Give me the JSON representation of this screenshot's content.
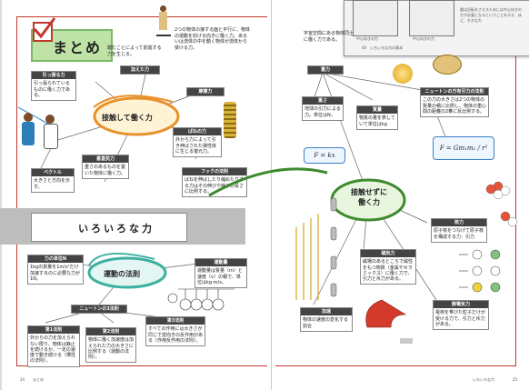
{
  "left": {
    "header": {
      "title": "まとめ"
    },
    "intro_text": "踏むことによって前進する力を生じる。",
    "band_title": "いろいろな力",
    "hub_contact": "接触して働く力",
    "hub_motion": "運動の法則",
    "nodes": {
      "pull": {
        "title": "引っ張る力",
        "body": "引っ張られているものに働く力である。"
      },
      "apply": {
        "title": "加えた力",
        "body": ""
      },
      "rub_intro": "2つの物体の接する面と平行に、物体の運動を妨げる向きに働く力。あるいは流体の中を動く物体が流体から受ける力。",
      "friction": {
        "title": "摩擦力",
        "body": ""
      },
      "spring": {
        "title": "ばねの力",
        "body": "外から力によって引き伸ばされた弾性体に生じる復元力。"
      },
      "hooke": {
        "title": "フックの法則",
        "body": "ばねを伸ばしたり縮めたりする力はその伸びや縮みの長さに比例する。"
      },
      "vector": {
        "title": "ベクトル",
        "body": "大きさと方向を示す。"
      },
      "normal": {
        "title": "垂直抗力",
        "body": "重さのあるものを置いた物体に働く力。"
      },
      "unit": {
        "title": "力の単位N",
        "body": "1kgの質量を1m/s²だけ加速するのに必要な力が1N。"
      },
      "newton3": {
        "title": "ニュートンの3法則",
        "body": ""
      },
      "law1": {
        "title": "第1法則",
        "body": "外からの力を加えられない限り、物体は静止を続けるか、一定の速度で動き続ける（慣性の法則）。"
      },
      "law2": {
        "title": "第2法則",
        "body": "物体に働く加速度は加えられた力の大きさに比例する（運動の法則）。"
      },
      "law3": {
        "title": "第3法則",
        "body": "すべての作用には大きさが同じで逆向きの反作用がある（作用反作用の法則）。"
      },
      "momentum": {
        "title": "運動量",
        "body": "運動量は質量（m）と速度（v）の積で、単位はkg·m/s。"
      }
    },
    "footer": {
      "page": "24",
      "section": "まとめ"
    }
  },
  "right": {
    "intro": "宇宙空間にある物体同士に働く力である。",
    "hub_noncontact": "接触せずに\n働く力",
    "hooke_formula": "F = kx",
    "gravity_formula": "F = Gm₁m₂ / r²",
    "top_caption": "40　いろいろな力の基本",
    "nodes": {
      "gravity": {
        "title": "重力",
        "body": ""
      },
      "weight": {
        "title": "重さ",
        "body": "地球の引力による力。単位はN。"
      },
      "mass": {
        "title": "質量",
        "body": "物質の量を表していて単位はkg"
      },
      "univ": {
        "title": "ニュートンの万有引力の法則",
        "body": "この力の大きさは2つの物体の質量の積に比例し、物体の重心間の距離の2乗に反比例する。"
      },
      "nuclear": {
        "title": "核力",
        "body": "原子核をつなげて原子核を構成する力：引力"
      },
      "magnet": {
        "title": "磁気力",
        "body": "磁場のあるところで磁性をもつ物質（金属やセラミックス）に働く力で、引力と斥力がある。"
      },
      "accel": {
        "title": "加速",
        "body": "物体の速度の変化する割合"
      },
      "electro": {
        "title": "静電気力",
        "body": "電荷を帯びた粒子だけが受ける力で、引力と斥力がある。"
      }
    },
    "inset_labels": [
      "中心向きの力",
      "中心向きの力"
    ],
    "inset_text": "重は回転をさせるためには中心向きの力が必要になるということを示す、ほど、大きな力",
    "footer": {
      "page": "25",
      "section": "いろいろな力"
    }
  }
}
